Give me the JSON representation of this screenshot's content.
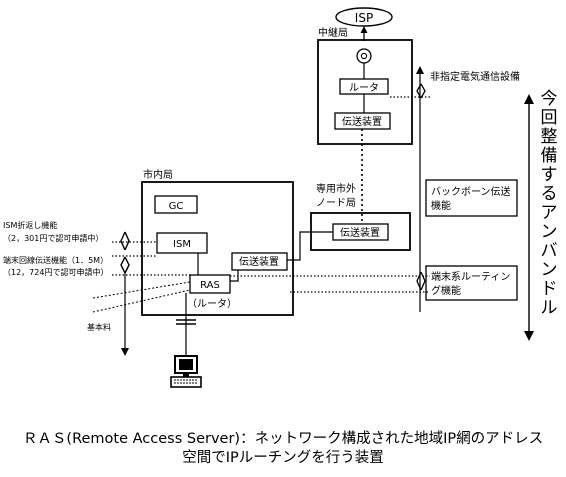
{
  "isp": "ISP",
  "relay_station": {
    "label": "中継局",
    "router": "ルータ",
    "transmission": "伝送装置"
  },
  "non_designated_label": "非指定電気通信設備",
  "toll_station": {
    "label_line1": "専用市外",
    "label_line2": "ノード局",
    "transmission": "伝送装置"
  },
  "city_station": {
    "label": "市内局",
    "gc": "GC",
    "ism": "ISM",
    "transmission": "伝送装置",
    "ras": "RAS",
    "ras_sub": "（ルータ）"
  },
  "left_labels": {
    "ism_line1": "ISM折返し機能",
    "ism_line2": "（2，301円で認可申請中）",
    "line_line1": "端末回線伝送機能（1．5M）",
    "line_line2": "（12，724円で認可申請中）",
    "basic": "基本料"
  },
  "function_boxes": {
    "backbone_line1": "バックボーン伝送",
    "backbone_line2": "機能",
    "routing_line1": "端末系ルーティン",
    "routing_line2": "グ機能"
  },
  "vertical_label": "今回整備するアンバンドル",
  "caption": {
    "line1": "ＲＡＳ(Remote Access Server)：ネットワーク構成された地域IP網のアドレス",
    "line2": "空間でIPルーチングを行う装置"
  }
}
